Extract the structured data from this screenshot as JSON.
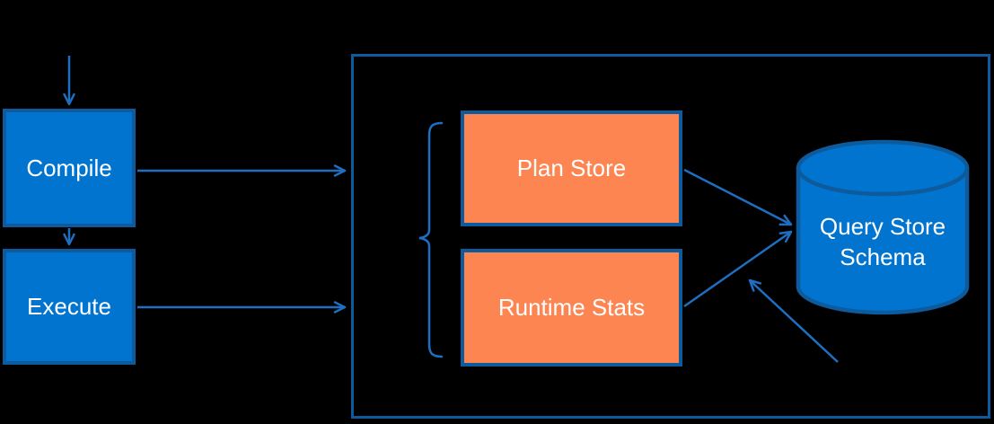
{
  "diagram": {
    "nodes": {
      "compile": {
        "label": "Compile"
      },
      "execute": {
        "label": "Execute"
      },
      "plan_store": {
        "label": "Plan Store"
      },
      "runtime_stats": {
        "label": "Runtime Stats"
      },
      "query_store_schema": {
        "label": "Query Store\nSchema"
      }
    },
    "edges": [
      {
        "from": "external-top",
        "to": "compile"
      },
      {
        "from": "compile",
        "to": "execute"
      },
      {
        "from": "compile",
        "to": "container"
      },
      {
        "from": "execute",
        "to": "container"
      },
      {
        "from": "plan_store",
        "to": "query_store_schema"
      },
      {
        "from": "runtime_stats",
        "to": "query_store_schema"
      },
      {
        "from": "bottom-right",
        "to": "query_store_schema"
      }
    ]
  },
  "colors": {
    "canvas-bg": "#000000",
    "node-fill": "#0074CE",
    "node-border": "#0D5A9C",
    "orange-fill": "#FC8552",
    "line": "#1E6FC2",
    "text": "#FFFFFF"
  }
}
